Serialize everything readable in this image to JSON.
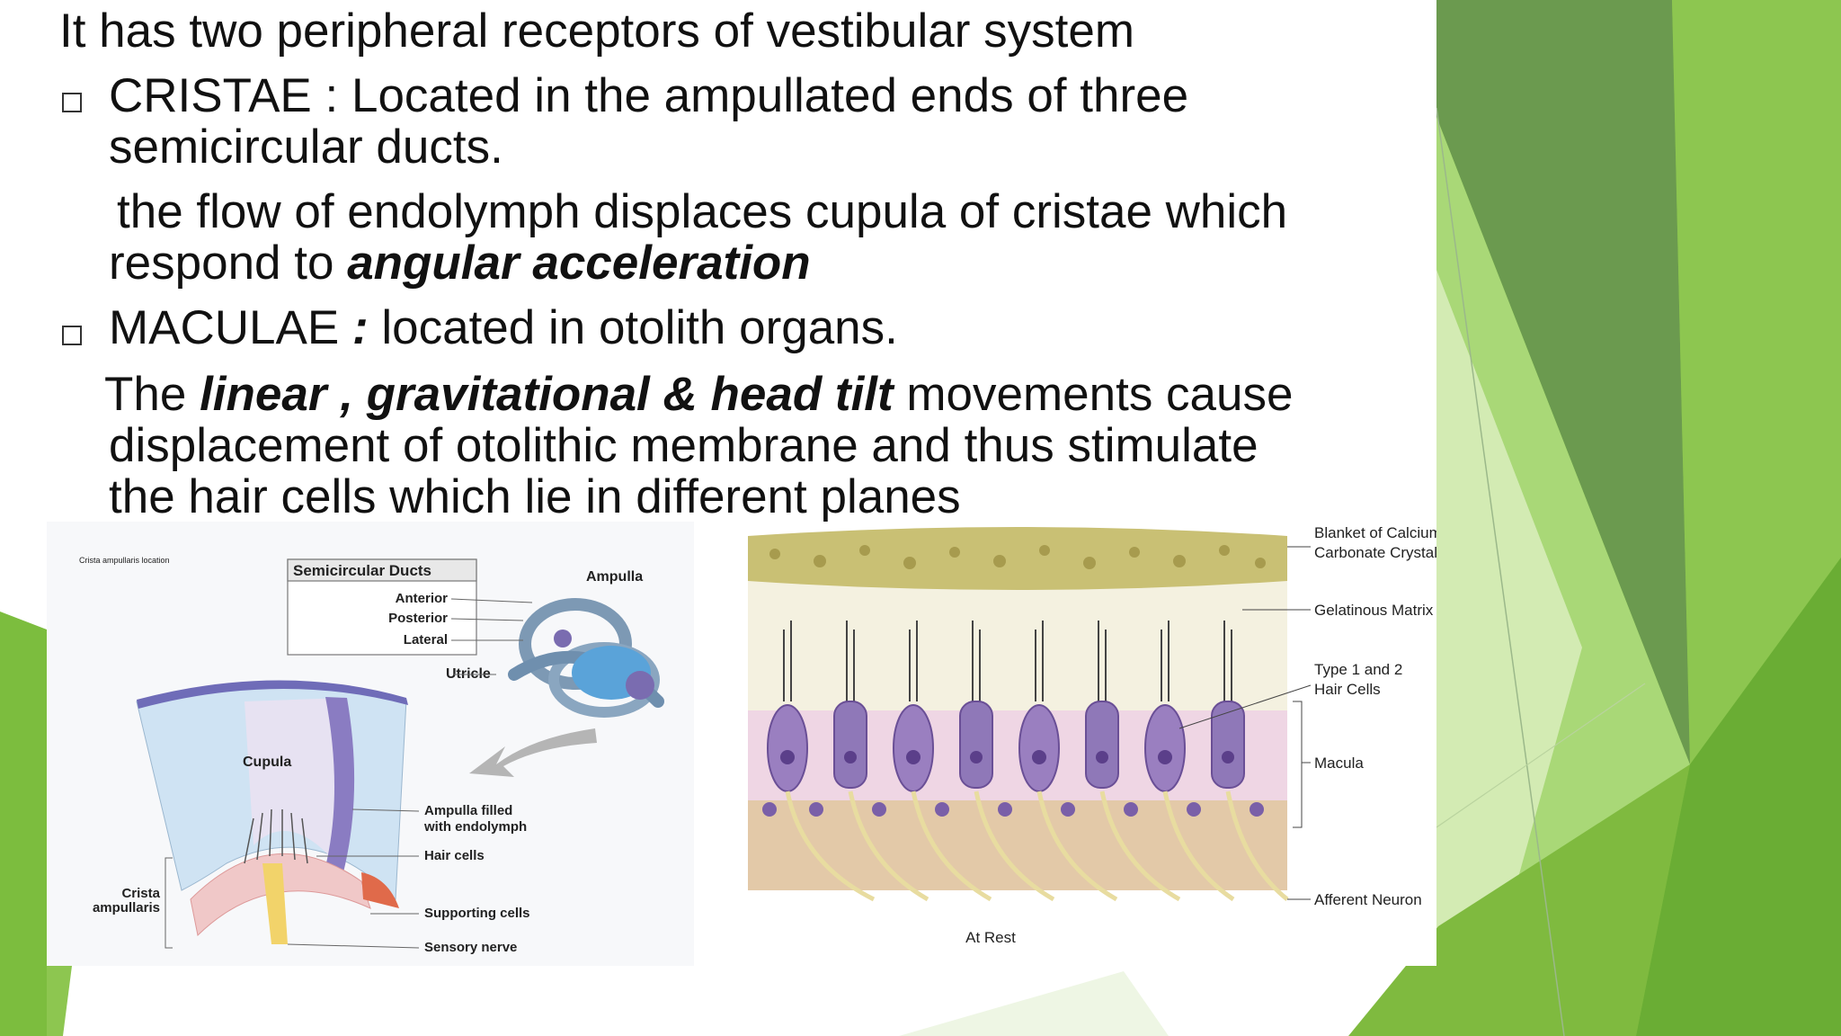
{
  "slide": {
    "intro": "It has two peripheral receptors of vestibular system",
    "cristae": {
      "term": "CRISTAE",
      "desc_line1": ": Located in the ampullated ends of three",
      "desc_line2": "semicircular ducts.",
      "explain_line1": "the flow of endolymph displaces cupula of cristae which",
      "explain_pre": "respond to ",
      "explain_emph": "angular acceleration"
    },
    "maculae": {
      "term": "MACULAE",
      "colon": ":",
      "desc": " located in otolith organs.",
      "explain_pre": "The ",
      "explain_emph": "linear , gravitational & head tilt",
      "explain_post": " movements cause",
      "explain_line2": "displacement of otolithic membrane and thus stimulate",
      "explain_line3": "the hair cells which lie in different planes"
    }
  },
  "figure_left": {
    "caption": "Crista ampullaris location",
    "ducts_title": "Semicircular Ducts",
    "ducts": [
      "Anterior",
      "Posterior",
      "Lateral"
    ],
    "ampulla": "Ampulla",
    "utricle": "Utricle",
    "cupula": "Cupula",
    "ampulla_filled_1": "Ampulla filled",
    "ampulla_filled_2": "with endolymph",
    "hair_cells": "Hair cells",
    "supporting_cells": "Supporting cells",
    "sensory_nerve": "Sensory nerve",
    "crista_1": "Crista",
    "crista_2": "ampullaris"
  },
  "figure_right": {
    "blanket_1": "Blanket of Calcium",
    "blanket_2": "Carbonate Crystals",
    "gelatinous": "Gelatinous Matrix",
    "type_1": "Type 1 and 2",
    "type_2": "Hair Cells",
    "macula": "Macula",
    "afferent": "Afferent Neuron",
    "at_rest": "At Rest"
  },
  "colors": {
    "accent_dark": "#5f9a3a",
    "accent_mid": "#7cbd3e",
    "accent_light": "#a6d66a"
  }
}
